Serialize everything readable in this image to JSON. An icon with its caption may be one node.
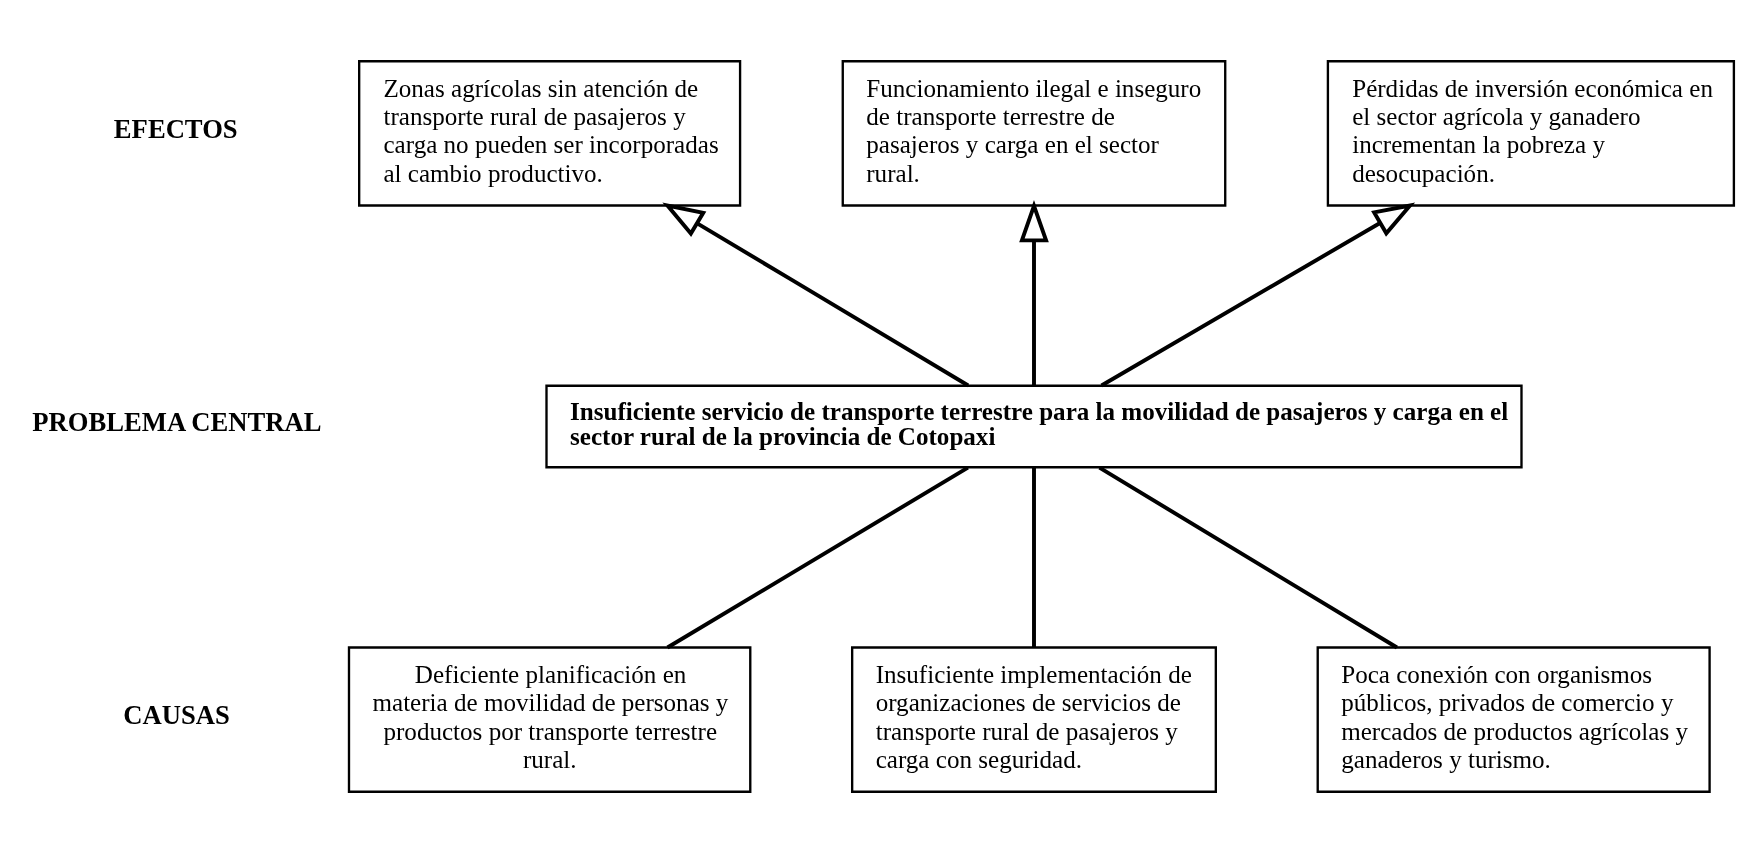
{
  "diagram": {
    "nodes": [
      {
        "text": [
          "Zonas agrícolas sin atención de transporte rural de pasajeros y carga no pueden ser incorporadas al cambio productivo."
        ]
      },
      {
        "text": [
          "Funcionamiento ilegal e inseguro de transporte terrestre de pasajeros y carga en el sector rural."
        ]
      },
      {
        "text": [
          "Pérdidas de inversión económica en el sector agrícola y ganadero incrementan la pobreza y desocupación."
        ]
      },
      {
        "text": [
          "Insuficiente servicio de transporte terrestre para la movilidad de pasajeros y carga en el sector rural de la provincia de Cotopaxi"
        ]
      },
      {
        "text": [
          "Deficiente planificación en materia de movilidad de personas y productos por transporte terrestre rural."
        ]
      },
      {
        "text": [
          "Insuficiente implementación de organizaciones de servicios de transporte rural de pasajeros y carga con seguridad."
        ]
      },
      {
        "text": [
          "Poca conexión con organismos públicos, privados de comercio y mercados de productos agrícolas y ganaderos y turismo."
        ]
      }
    ],
    "edges": [
      {
        "from": 4,
        "to": 3,
        "arrow": "none"
      },
      {
        "from": 5,
        "to": 3,
        "arrow": "none"
      },
      {
        "from": 6,
        "to": 3,
        "arrow": "none"
      },
      {
        "from": 3,
        "to": 0,
        "arrow": "to"
      },
      {
        "from": 3,
        "to": 1,
        "arrow": "to"
      },
      {
        "from": 3,
        "to": 2,
        "arrow": "to"
      }
    ],
    "labels": [
      "EFECTOS",
      "PROBLEMA CENTRAL",
      "CAUSAS"
    ]
  }
}
